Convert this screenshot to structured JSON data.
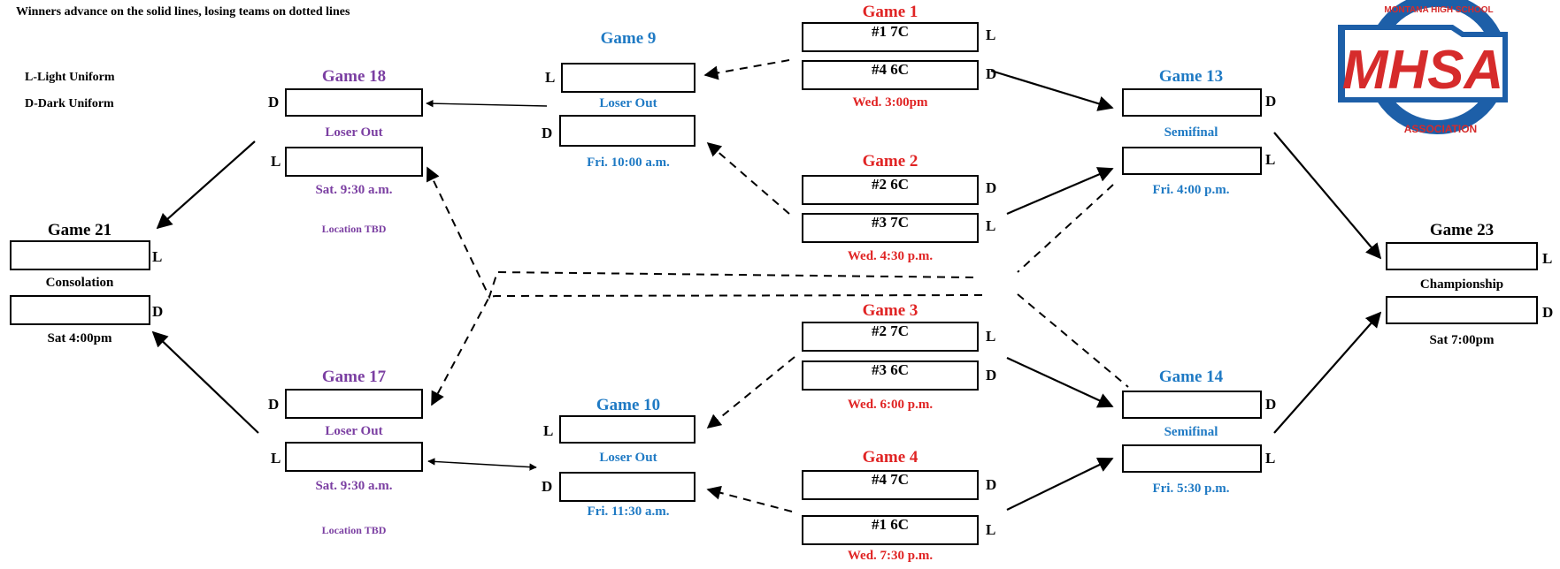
{
  "note": "Winners advance on the solid lines, losing teams on dotted lines",
  "legend": {
    "light": "L-Light Uniform",
    "dark": "D-Dark Uniform"
  },
  "logo": {
    "text": "MHSA",
    "ring_top": "MONTANA HIGH SCHOOL",
    "ring_bottom": "ASSOCIATION",
    "colors": {
      "red": "#d62b2b",
      "blue": "#1d5fa8"
    }
  },
  "colors": {
    "red": "#e02424",
    "blue": "#1f7ac4",
    "purple": "#7b3fa2"
  },
  "games": {
    "g1": {
      "title": "Game 1",
      "team1": "#1 7C",
      "side1": "L",
      "team2": "#4 6C",
      "side2": "D",
      "time": "Wed. 3:00pm"
    },
    "g2": {
      "title": "Game 2",
      "team1": "#2 6C",
      "side1": "D",
      "team2": "#3 7C",
      "side2": "L",
      "time": "Wed. 4:30 p.m."
    },
    "g3": {
      "title": "Game 3",
      "team1": "#2 7C",
      "side1": "L",
      "team2": "#3 6C",
      "side2": "D",
      "time": "Wed. 6:00 p.m."
    },
    "g4": {
      "title": "Game 4",
      "team1": "#4 7C",
      "side1": "D",
      "team2": "#1 6C",
      "side2": "L",
      "time": "Wed. 7:30 p.m."
    },
    "g9": {
      "title": "Game 9",
      "side1": "L",
      "side2": "D",
      "note": "Loser Out",
      "time": "Fri. 10:00 a.m."
    },
    "g10": {
      "title": "Game 10",
      "side1": "L",
      "side2": "D",
      "note": "Loser Out",
      "time": "Fri. 11:30 a.m."
    },
    "g13": {
      "title": "Game 13",
      "side1": "D",
      "side2": "L",
      "note": "Semifinal",
      "time": "Fri. 4:00 p.m."
    },
    "g14": {
      "title": "Game 14",
      "side1": "D",
      "side2": "L",
      "note": "Semifinal",
      "time": "Fri. 5:30 p.m."
    },
    "g17": {
      "title": "Game 17",
      "side1": "D",
      "side2": "L",
      "note": "Loser Out",
      "time": "Sat. 9:30 a.m.",
      "location": "Location TBD"
    },
    "g18": {
      "title": "Game 18",
      "side1": "D",
      "side2": "L",
      "note": "Loser Out",
      "time": "Sat. 9:30 a.m.",
      "location": "Location TBD"
    },
    "g21": {
      "title": "Game 21",
      "side1": "L",
      "side2": "D",
      "note": "Consolation",
      "time": "Sat 4:00pm"
    },
    "g23": {
      "title": "Game 23",
      "side1": "L",
      "side2": "D",
      "note": "Championship",
      "time": "Sat 7:00pm"
    }
  }
}
